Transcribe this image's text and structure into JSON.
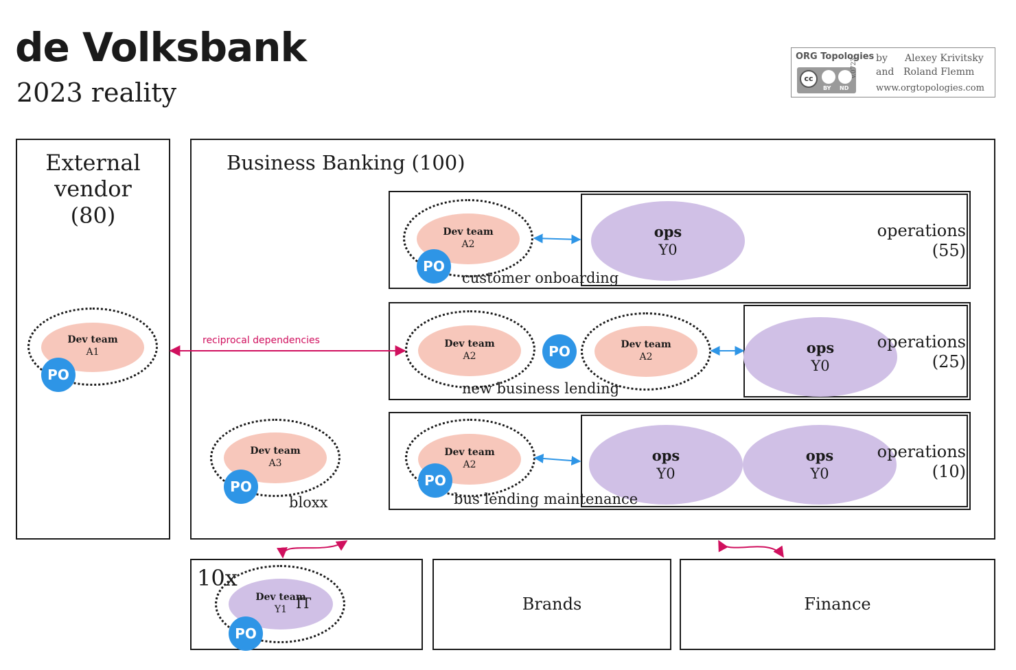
{
  "title": "de Volksbank",
  "subtitle": "2023 reality",
  "badge": {
    "brand": "ORG Topologies",
    "by": "by",
    "and": "and",
    "author1": "Alexey Krivitsky",
    "author2": "Roland Flemm",
    "version": "v.0723",
    "website": "www.orgtopologies.com",
    "license": [
      "cc",
      "BY",
      "ND"
    ]
  },
  "external_vendor": {
    "title": "External vendor (80)",
    "line1": "External",
    "line2": "vendor",
    "line3": "(80)",
    "team": {
      "name": "Dev team",
      "code": "A1",
      "po": "PO"
    }
  },
  "business_banking": {
    "title": "Business Banking (100)",
    "rows": [
      {
        "label": "customer onboarding",
        "team": {
          "name": "Dev team",
          "code": "A2",
          "po": "PO"
        },
        "ops": [
          {
            "name": "ops",
            "code": "Y0"
          }
        ],
        "operations_label": "operations",
        "operations_count": "(55)"
      },
      {
        "label": "new business lending",
        "teams": [
          {
            "name": "Dev team",
            "code": "A2"
          },
          {
            "name": "Dev team",
            "code": "A2"
          }
        ],
        "po": "PO",
        "ops": [
          {
            "name": "ops",
            "code": "Y0"
          }
        ],
        "operations_label": "operations",
        "operations_count": "(25)"
      },
      {
        "label": "bus lending maintenance",
        "team": {
          "name": "Dev team",
          "code": "A2",
          "po": "PO"
        },
        "ops": [
          {
            "name": "ops",
            "code": "Y0"
          },
          {
            "name": "ops",
            "code": "Y0"
          }
        ],
        "operations_label": "operations",
        "operations_count": "(10)"
      }
    ],
    "bloxx": {
      "label": "bloxx",
      "team": {
        "name": "Dev team",
        "code": "A3",
        "po": "PO"
      }
    }
  },
  "dependency_label": "reciprocal dependencies",
  "it_box": {
    "multiplier": "10x",
    "team": {
      "name": "Dev team",
      "code": "Y1",
      "tag": "IT",
      "po": "PO"
    }
  },
  "brands": "Brands",
  "finance": "Finance",
  "colors": {
    "dev_team": "#f7c7bb",
    "ops": "#d0c0e6",
    "po": "#2e95e6",
    "dependency": "#d0105e",
    "ops_link": "#2e95e6"
  }
}
